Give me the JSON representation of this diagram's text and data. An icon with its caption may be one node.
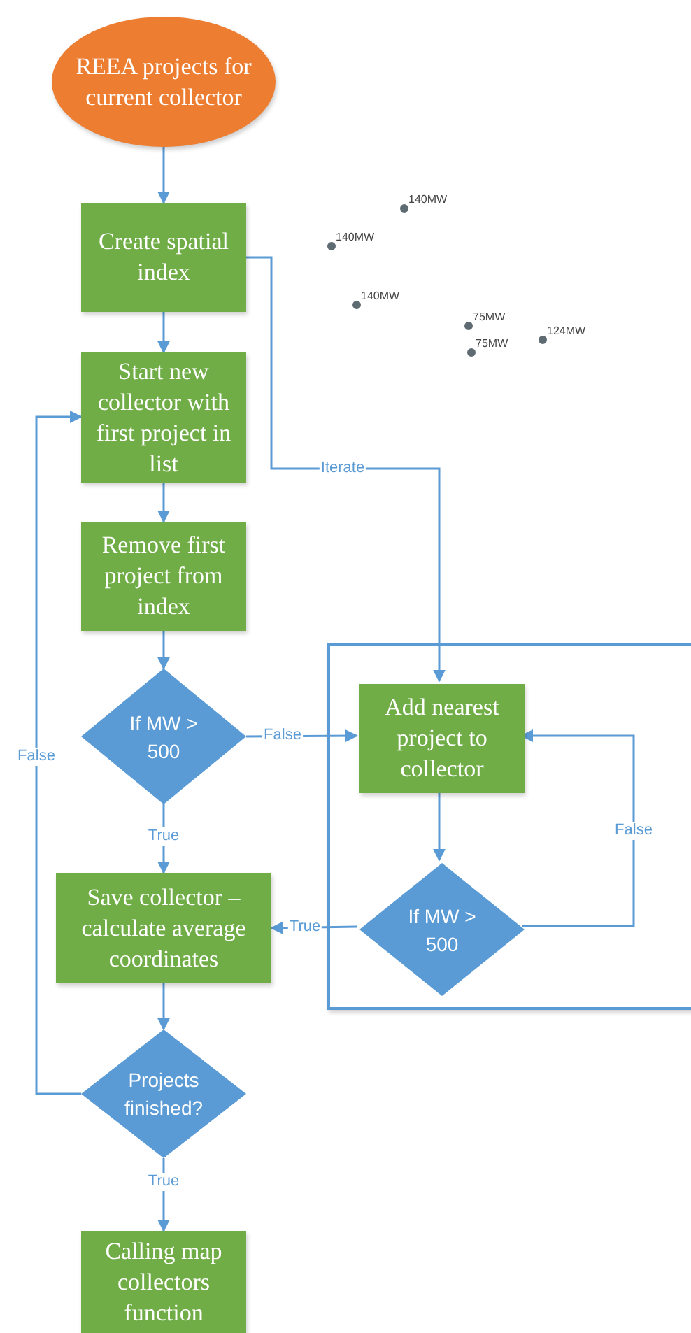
{
  "diagram": {
    "nodes": [
      {
        "text": [
          "REEA projects for current collector"
        ]
      },
      {
        "text": [
          "Create spatial index"
        ]
      },
      {
        "text": [
          "Start new collector with first project in list"
        ]
      },
      {
        "text": [
          "Remove first project from index"
        ]
      },
      {
        "text": [
          "If MW > 500"
        ]
      },
      {
        "text": [],
        "shape": "box"
      },
      {
        "text": [
          "Add nearest project to collector"
        ],
        "in": 5
      },
      {
        "text": [
          "If MW > 500"
        ],
        "in": 5
      },
      {
        "text": [
          "Save collector – calculate average coordinates"
        ]
      },
      {
        "text": [
          "Projects finished?"
        ]
      },
      {
        "text": [
          "Calling map collectors function"
        ]
      }
    ],
    "edges": [
      {
        "from": 0,
        "to": 1,
        "arrow": "to"
      },
      {
        "from": 1,
        "to": 2,
        "arrow": "to"
      },
      {
        "from": 2,
        "to": 3,
        "arrow": "to"
      },
      {
        "from": 3,
        "to": 4,
        "arrow": "to"
      },
      {
        "from": 1,
        "to": 6,
        "arrow": "to",
        "label": "Iterate"
      },
      {
        "from": 4,
        "to": 6,
        "arrow": "to",
        "label": "False"
      },
      {
        "from": 6,
        "to": 7,
        "arrow": "to"
      },
      {
        "from": 7,
        "to": 6,
        "arrow": "to",
        "label": "False"
      },
      {
        "from": 7,
        "to": 8,
        "arrow": "to",
        "label": "True"
      },
      {
        "from": 4,
        "to": 8,
        "arrow": "to",
        "label": "True"
      },
      {
        "from": 8,
        "to": 9,
        "arrow": "to"
      },
      {
        "from": 9,
        "to": 2,
        "arrow": "to",
        "label": "False"
      },
      {
        "from": 9,
        "to": 10,
        "arrow": "to",
        "label": "True"
      }
    ],
    "labels": [
      "140MW",
      "140MW",
      "140MW",
      "75MW",
      "124MW",
      "75MW"
    ]
  }
}
